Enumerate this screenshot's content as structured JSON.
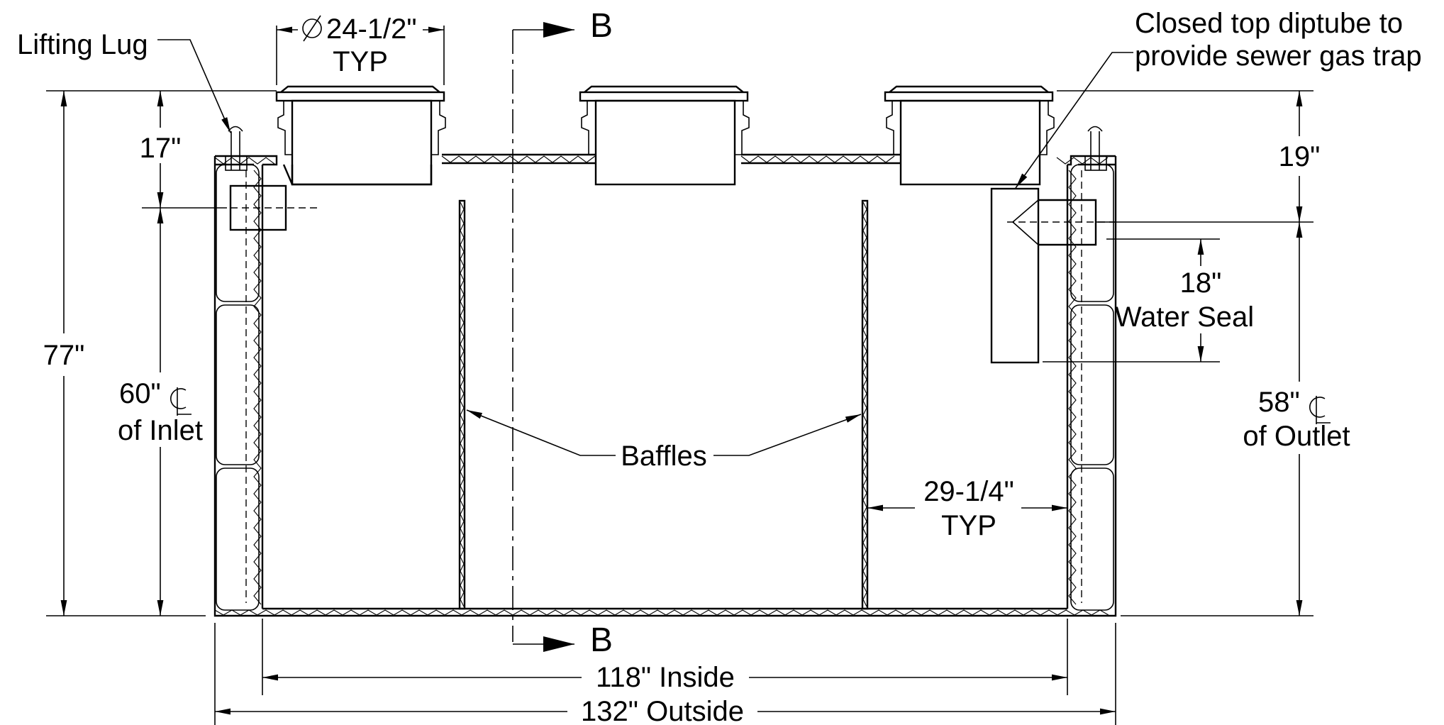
{
  "labels": {
    "lifting_lug": "Lifting Lug",
    "manway_dia": "24-1/2\"",
    "manway_typ": "TYP",
    "section_top": "B",
    "section_bottom": "B",
    "diptube_line1": "Closed top diptube to",
    "diptube_line2": "provide sewer gas trap",
    "dim_17": "17\"",
    "dim_19": "19\"",
    "dim_77": "77\"",
    "dim_60": "60\"",
    "of_inlet": "of Inlet",
    "dim_58": "58\"",
    "of_outlet": "of Outlet",
    "dim_18": "18\"",
    "water_seal": "Water Seal",
    "baffles": "Baffles",
    "dim_29": "29-1/4\"",
    "dim_29_typ": "TYP",
    "inside": "118\" Inside",
    "outside": "132\" Outside"
  },
  "symbols": {
    "diameter": "diameter-symbol",
    "centerline": "centerline-symbol"
  }
}
